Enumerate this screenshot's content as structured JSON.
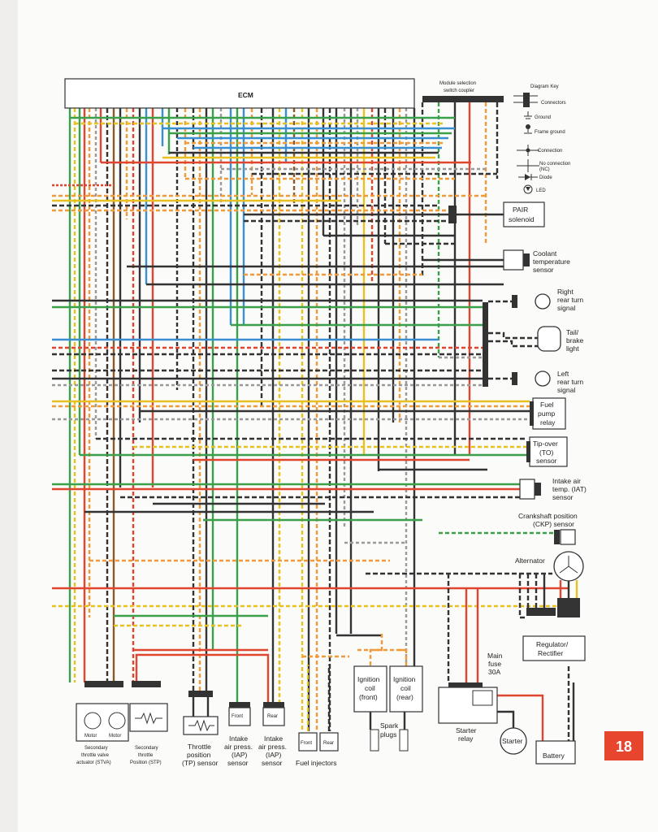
{
  "ecm_label": "ECM",
  "module_coupler": [
    "Module selection",
    "switch coupler"
  ],
  "key": {
    "title": "Diagram Key",
    "connectors": "Connectors",
    "ground": "Ground",
    "frame_ground": "Frame ground",
    "connection": "Connection",
    "no_connection": [
      "No connection",
      "(NC)"
    ],
    "diode": "Diode",
    "led": "LED"
  },
  "components": {
    "pair": [
      "PAIR",
      "solenoid"
    ],
    "coolant": [
      "Coolant",
      "temperature",
      "sensor"
    ],
    "right_turn": [
      "Right",
      "rear turn",
      "signal"
    ],
    "tail": [
      "Tail/",
      "brake",
      "light"
    ],
    "left_turn": [
      "Left",
      "rear turn",
      "signal"
    ],
    "fuel_pump": [
      "Fuel",
      "pump",
      "relay"
    ],
    "tipover": [
      "Tip-over",
      "(TO)",
      "sensor"
    ],
    "iat": [
      "Intake air",
      "temp. (IAT)",
      "sensor"
    ],
    "ckp": [
      "Crankshaft position",
      "(CKP) sensor"
    ],
    "alternator": "Alternator",
    "regulator": [
      "Regulator/",
      "Rectifier"
    ],
    "main_fuse": [
      "Main",
      "fuse",
      "30A"
    ],
    "starter_relay": [
      "Starter",
      "relay"
    ],
    "starter": "Starter",
    "battery": "Battery",
    "ign_front": [
      "Ignition",
      "coil",
      "(front)"
    ],
    "ign_rear": [
      "Ignition",
      "coil",
      "(rear)"
    ],
    "spark": [
      "Spark",
      "plugs"
    ],
    "fuel_inj": "Fuel injectors",
    "inj_front": "Front",
    "inj_rear": "Rear",
    "iap_front_tag": "Front",
    "iap_rear_tag": "Rear",
    "iap_front": [
      "Intake",
      "air press.",
      "(IAP)",
      "sensor"
    ],
    "iap_rear": [
      "Intake",
      "air press.",
      "(IAP)",
      "sensor"
    ],
    "tps": [
      "Throttle",
      "position",
      "(TP) sensor"
    ],
    "stp": [
      "Secondary",
      "throttle",
      "Position (STP)"
    ],
    "stva": [
      "Secondary",
      "throttle valve",
      "actuator (STVA)"
    ],
    "motor1": "Motor",
    "motor2": "Motor"
  },
  "page_number": "18",
  "colors": {
    "green": "#3aa04a",
    "red": "#e0452f",
    "orange": "#f09a3a",
    "yellow": "#e8c020",
    "blue": "#3a8fd0",
    "black": "#333333",
    "gray": "#9a9a9a",
    "brown": "#8b5a2b",
    "white": "#dddddd",
    "accent": "#e8452f"
  }
}
